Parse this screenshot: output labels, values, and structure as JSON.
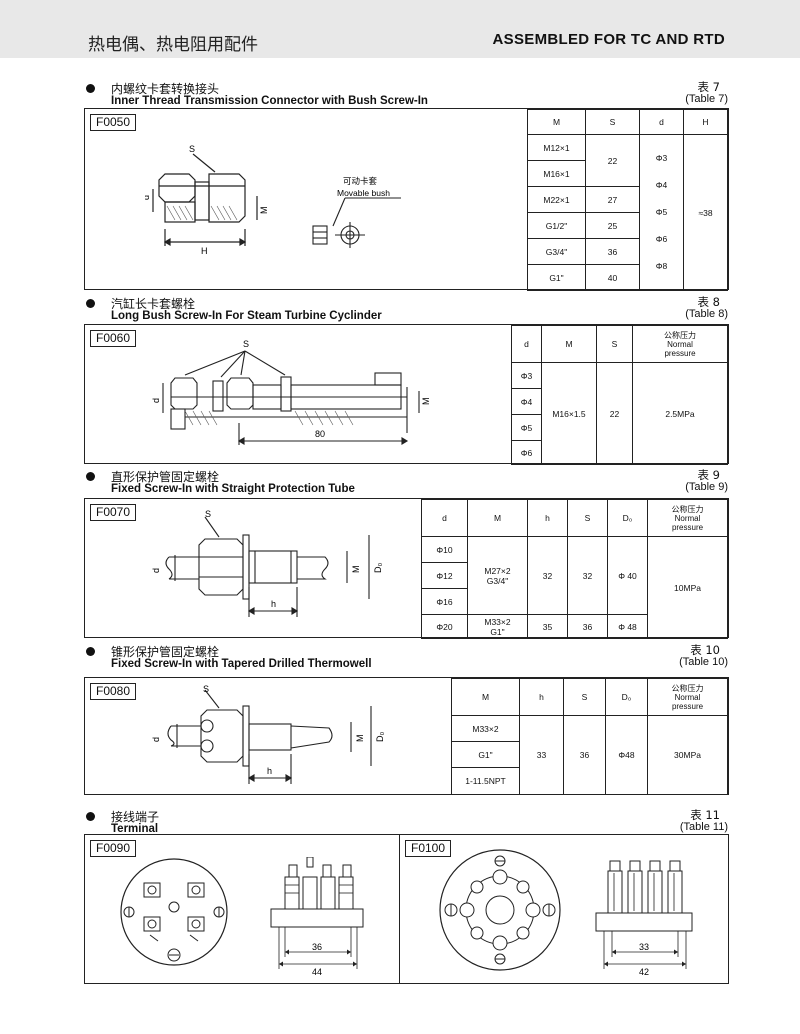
{
  "header": {
    "cn_title": "热电偶、热电阻用配件",
    "en_title": "ASSEMBLED FOR TC AND RTD"
  },
  "sections": [
    {
      "cn": "内螺纹卡套转换接头",
      "en": "Inner Thread Transmission Connector with Bush Screw-In",
      "table_cn": "表 7",
      "table_en": "(Table 7)",
      "code": "F0050",
      "drawing": {
        "s": "S",
        "d": "d",
        "m": "M",
        "h": "H",
        "bush_cn": "可动卡套",
        "bush_en": "Movable bush"
      },
      "table": {
        "headers": [
          "M",
          "S",
          "d",
          "H"
        ],
        "m": [
          "M12×1",
          "M16×1",
          "M22×1",
          "G1/2\"",
          "G3/4\"",
          "G1\""
        ],
        "s": [
          "22",
          "27",
          "25",
          "36",
          "40"
        ],
        "d": [
          "Φ3",
          "Φ4",
          "Φ5",
          "Φ6",
          "Φ8"
        ],
        "h": "≈38"
      }
    },
    {
      "cn": "汽缸长卡套螺栓",
      "en": "Long Bush Screw-In For Steam Turbine Cyclinder",
      "table_cn": "表 8",
      "table_en": "(Table 8)",
      "code": "F0060",
      "drawing": {
        "s": "S",
        "d": "d",
        "m": "M",
        "len": "80"
      },
      "table": {
        "headers": [
          "d",
          "M",
          "S"
        ],
        "norm_cn": "公称压力",
        "norm_en1": "Normal",
        "norm_en2": "pressure",
        "d": [
          "Φ3",
          "Φ4",
          "Φ5",
          "Φ6"
        ],
        "m": "M16×1.5",
        "s": "22",
        "p": "2.5MPa"
      }
    },
    {
      "cn": "直形保护管固定螺栓",
      "en": "Fixed Screw-In with Straight Protection Tube",
      "table_cn": "表 9",
      "table_en": "(Table 9)",
      "code": "F0070",
      "drawing": {
        "s": "S",
        "d": "d",
        "m": "M",
        "d0": "D₀",
        "h": "h"
      },
      "table": {
        "headers": [
          "d",
          "M",
          "h",
          "S",
          "D₀"
        ],
        "norm_cn": "公称压力",
        "norm_en1": "Normal",
        "norm_en2": "pressure",
        "d": [
          "Φ10",
          "Φ12",
          "Φ16",
          "Φ20"
        ],
        "m1a": "M27×2",
        "m1b": "G3/4\"",
        "m2a": "M33×2",
        "m2b": "G1\"",
        "h1": "32",
        "s1": "32",
        "d01": "Φ 40",
        "h2": "35",
        "s2": "36",
        "d02": "Φ 48",
        "p": "10MPa"
      }
    },
    {
      "cn": "锥形保护管固定螺栓",
      "en": "Fixed Screw-In with Tapered Drilled Thermowell",
      "table_cn": "表 10",
      "table_en": "(Table 10)",
      "code": "F0080",
      "drawing": {
        "s": "S",
        "d": "d",
        "m": "M",
        "d0": "D₀",
        "h": "h"
      },
      "table": {
        "headers": [
          "M",
          "h",
          "S",
          "D₀"
        ],
        "norm_cn": "公称压力",
        "norm_en1": "Normal",
        "norm_en2": "pressure",
        "m": [
          "M33×2",
          "G1\"",
          "1-11.5NPT"
        ],
        "h": "33",
        "s": "36",
        "d0": "Φ48",
        "p": "30MPa"
      }
    },
    {
      "cn": "接线端子",
      "en": "Terminal",
      "table_cn": "表 11",
      "table_en": "(Table 11)",
      "code_a": "F0090",
      "code_b": "F0100",
      "dims_a": [
        "36",
        "44"
      ],
      "dims_b": [
        "33",
        "42"
      ]
    }
  ]
}
